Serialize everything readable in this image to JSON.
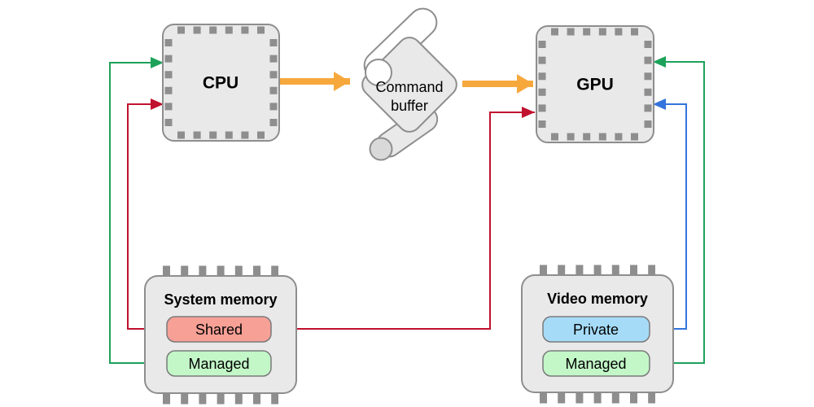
{
  "diagram": {
    "nodes": {
      "cpu": {
        "label": "CPU"
      },
      "gpu": {
        "label": "GPU"
      },
      "command_buffer": {
        "line1": "Command",
        "line2": "buffer"
      },
      "system_memory": {
        "title": "System memory",
        "regions": [
          {
            "label": "Shared",
            "fill": "#f7a096"
          },
          {
            "label": "Managed",
            "fill": "#c3f7c8"
          }
        ]
      },
      "video_memory": {
        "title": "Video memory",
        "regions": [
          {
            "label": "Private",
            "fill": "#a6dbf8"
          },
          {
            "label": "Managed",
            "fill": "#c3f7c8"
          }
        ]
      }
    },
    "colors": {
      "orange": "#f6a83d",
      "red": "#c0112f",
      "green": "#1da25a",
      "blue": "#3474dc",
      "chip_fill": "#e9e9e9",
      "chip_border": "#8e8e8e",
      "pin": "#8e8e8e",
      "region_border": "#7a7a7a",
      "scroll_fill": "#e9e9e9",
      "scroll_roll_fill": "#ffffff",
      "scroll_tail_cap": "#d9d9d9",
      "text": "#000000"
    },
    "edges": [
      {
        "from": "cpu",
        "to": "command_buffer",
        "color": "#f6a83d",
        "style": "thick",
        "arrowheads": "end"
      },
      {
        "from": "command_buffer",
        "to": "gpu",
        "color": "#f6a83d",
        "style": "thick",
        "arrowheads": "end"
      },
      {
        "from": "cpu",
        "to": "system_memory.shared",
        "color": "#c0112f",
        "style": "thin",
        "arrowheads": "both"
      },
      {
        "from": "gpu",
        "to": "system_memory.shared",
        "color": "#c0112f",
        "style": "thin",
        "arrowheads": "both"
      },
      {
        "from": "cpu",
        "to": "system_memory.managed",
        "color": "#1da25a",
        "style": "thin",
        "arrowheads": "both"
      },
      {
        "from": "gpu",
        "to": "video_memory.private",
        "color": "#3474dc",
        "style": "thin",
        "arrowheads": "both"
      },
      {
        "from": "gpu",
        "to": "video_memory.managed",
        "color": "#1da25a",
        "style": "thin",
        "arrowheads": "both"
      }
    ]
  }
}
